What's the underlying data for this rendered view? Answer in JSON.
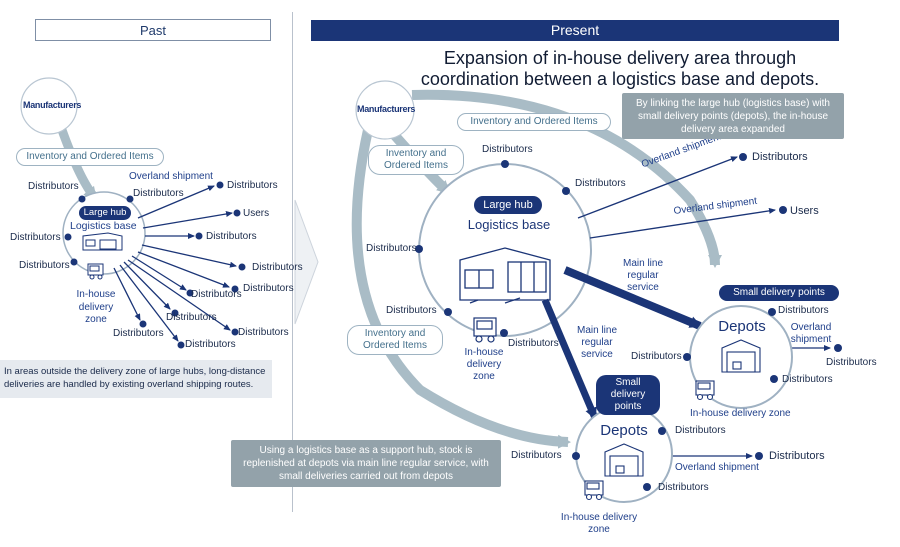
{
  "headers": {
    "past": "Past",
    "present": "Present"
  },
  "title": {
    "line1": "Expansion of in-house delivery area through",
    "line2": "coordination between a logistics base and depots."
  },
  "past": {
    "manufacturers": "Manufacturers",
    "inventory": "Inventory and Ordered Items",
    "overland": "Overland shipment",
    "hub_tag": "Large hub",
    "hub_label": "Logistics base",
    "zone": "In-house delivery zone",
    "users": "Users",
    "distributors": "Distributors",
    "note": "In areas outside the delivery zone of large hubs, long-distance deliveries are handled by existing overland shipping routes."
  },
  "present": {
    "manufacturers": "Manufacturers",
    "inventory_top": "Inventory and Ordered Items",
    "inventory_left1": "Inventory and Ordered Items",
    "inventory_left2": "Inventory and Ordered Items",
    "hub_tag": "Large hub",
    "hub_label": "Logistics base",
    "overland": "Overland shipment",
    "users": "Users",
    "distributors": "Distributors",
    "main_line": "Main line regular service",
    "small_points": "Small delivery points",
    "depots": "Depots",
    "zone": "In-house delivery zone",
    "callout_top": "By linking the large hub (logistics base) with small delivery points (depots), the in-house delivery area expanded",
    "callout_bottom": "Using a logistics base as a support hub, stock is replenished at depots via main line regular service, with small deliveries carried out from depots"
  }
}
